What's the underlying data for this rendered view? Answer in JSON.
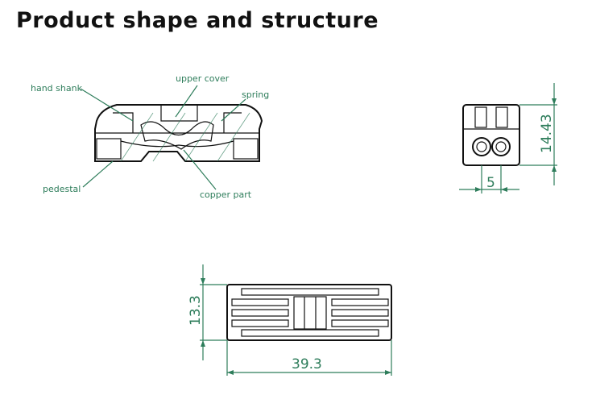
{
  "title": "Product shape and structure",
  "callouts": {
    "hand_shank": "hand shank",
    "upper_cover": "upper cover",
    "spring": "spring",
    "pedestal": "pedestal",
    "copper_part": "copper part"
  },
  "dimensions": {
    "side_height": "14.43",
    "side_pitch": "5",
    "top_height": "13.3",
    "top_length": "39.3"
  },
  "colors": {
    "annotation": "#2e7d5b",
    "outline": "#111111"
  }
}
